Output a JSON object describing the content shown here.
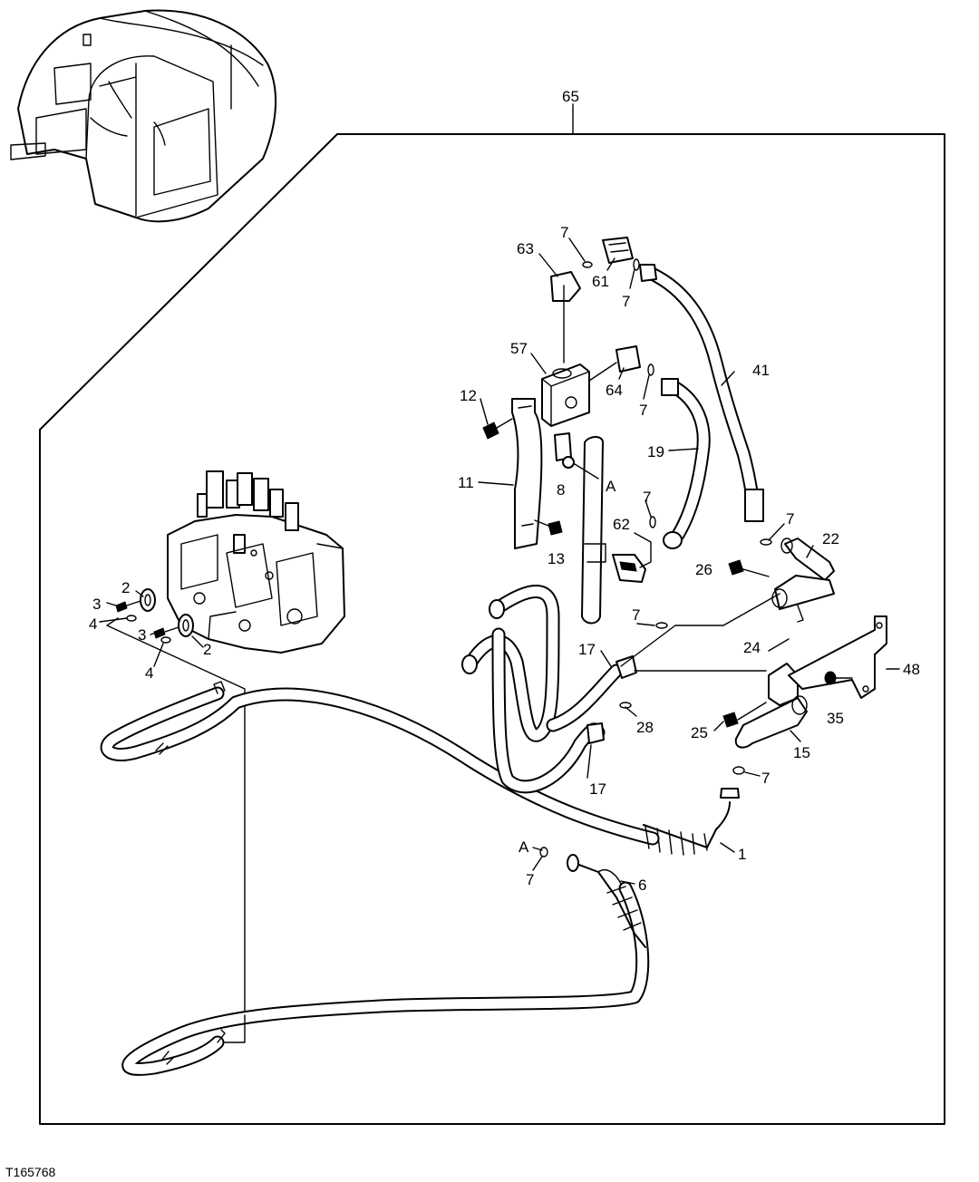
{
  "figure_id": "T165768",
  "assembly_label": "65",
  "callouts": {
    "c1": "1",
    "c2a": "2",
    "c2b": "2",
    "c3a": "3",
    "c3b": "3",
    "c4a": "4",
    "c4b": "4",
    "c6": "6",
    "c7a": "7",
    "c7b": "7",
    "c7c": "7",
    "c7d": "7",
    "c7e": "7",
    "c7f": "7",
    "c7g": "7",
    "c7h": "7",
    "c8": "8",
    "c11": "11",
    "c12": "12",
    "c13": "13",
    "c15": "15",
    "c17a": "17",
    "c17b": "17",
    "c19": "19",
    "c22": "22",
    "c24": "24",
    "c25": "25",
    "c26": "26",
    "c28": "28",
    "c35": "35",
    "c41": "41",
    "c48": "48",
    "c57": "57",
    "c61": "61",
    "c62": "62",
    "c63": "63",
    "c64": "64",
    "cAa": "A",
    "cAb": "A"
  }
}
